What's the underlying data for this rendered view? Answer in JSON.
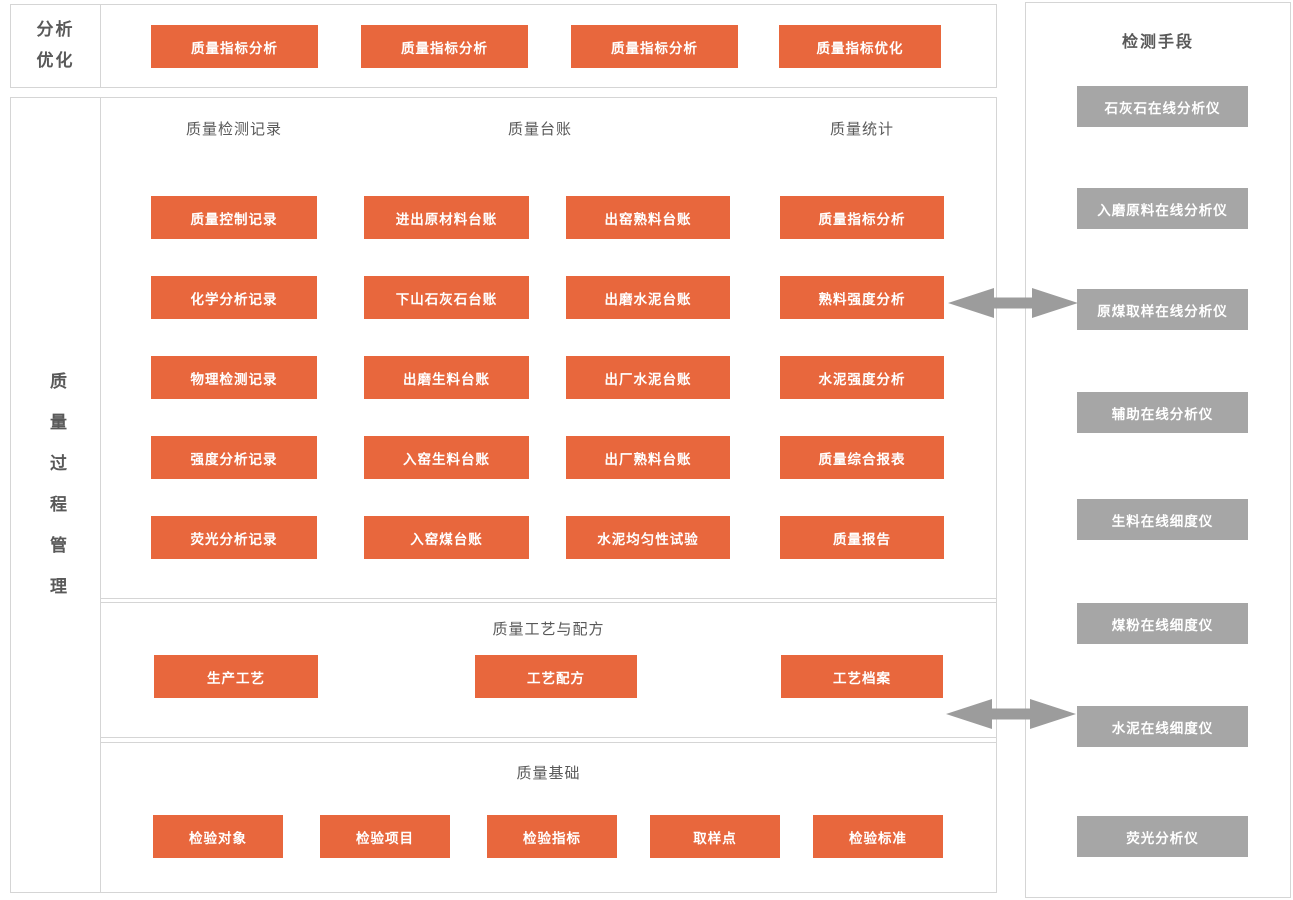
{
  "colors": {
    "orange": "#E8673D",
    "gray": "#A6A6A6",
    "arrow": "#9C9C9C",
    "border": "#D5D5D5",
    "text": "#595959",
    "btntext": "#FFFFFF"
  },
  "top": {
    "label": "分析优化",
    "buttons": [
      "质量指标分析",
      "质量指标分析",
      "质量指标分析",
      "质量指标优化"
    ]
  },
  "main": {
    "label": "质量过程管理",
    "records": {
      "headers": [
        "质量检测记录",
        "质量台账",
        "质量统计"
      ],
      "col1": [
        "质量控制记录",
        "化学分析记录",
        "物理检测记录",
        "强度分析记录",
        "荧光分析记录"
      ],
      "col2": [
        "进出原材料台账",
        "下山石灰石台账",
        "出磨生料台账",
        "入窑生料台账",
        "入窑煤台账"
      ],
      "col3": [
        "出窑熟料台账",
        "出磨水泥台账",
        "出厂水泥台账",
        "出厂熟料台账",
        "水泥均匀性试验"
      ],
      "col4": [
        "质量指标分析",
        "熟料强度分析",
        "水泥强度分析",
        "质量综合报表",
        "质量报告"
      ]
    },
    "craft": {
      "header": "质量工艺与配方",
      "buttons": [
        "生产工艺",
        "工艺配方",
        "工艺档案"
      ]
    },
    "base": {
      "header": "质量基础",
      "buttons": [
        "检验对象",
        "检验项目",
        "检验指标",
        "取样点",
        "检验标准"
      ]
    }
  },
  "right": {
    "header": "检测手段",
    "buttons": [
      "石灰石在线分析仪",
      "入磨原料在线分析仪",
      "原煤取样在线分析仪",
      "辅助在线分析仪",
      "生料在线细度仪",
      "煤粉在线细度仪",
      "水泥在线细度仪",
      "荧光分析仪"
    ]
  }
}
